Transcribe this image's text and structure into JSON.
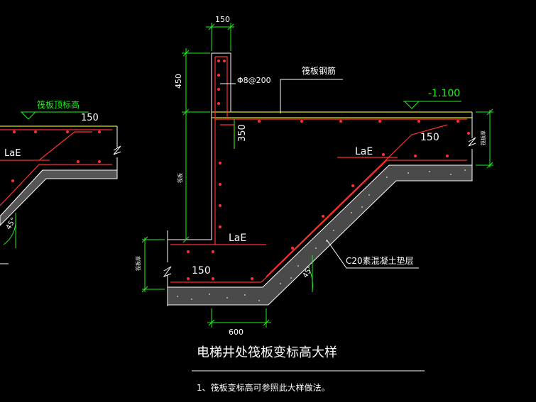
{
  "title": "电梯井处筏板变标高大样",
  "note": "1、筏板变标高可参照此大样做法。",
  "labels": {
    "raft_top_elevation": "筏板顶标高",
    "raft_rebar": "筏板钢筋",
    "stirrup_spec": "Φ8@200",
    "elevation": "-1.100",
    "concrete_cushion": "C20素混凝土垫层",
    "lae_main": "LaE",
    "lae_left_wall": "LaE",
    "lae_left_partial": "LaE",
    "dim_150_top": "150",
    "dim_450": "450",
    "dim_350": "350",
    "dim_150_right": "150",
    "dim_150_bottom": "150",
    "dim_150_left": "150",
    "dim_600": "600",
    "angle_45_main": "45°",
    "angle_45_left": "45°",
    "small_vertical_text_1": "筏板厚",
    "small_vertical_text_2": "筏板厚",
    "small_vertical_text_3": "筏板"
  },
  "colors": {
    "background": "#000000",
    "line_white": "#ffffff",
    "rebar_red": "#ff3030",
    "dimension_green": "#22ee22",
    "slab_yellow": "#e0e020"
  }
}
